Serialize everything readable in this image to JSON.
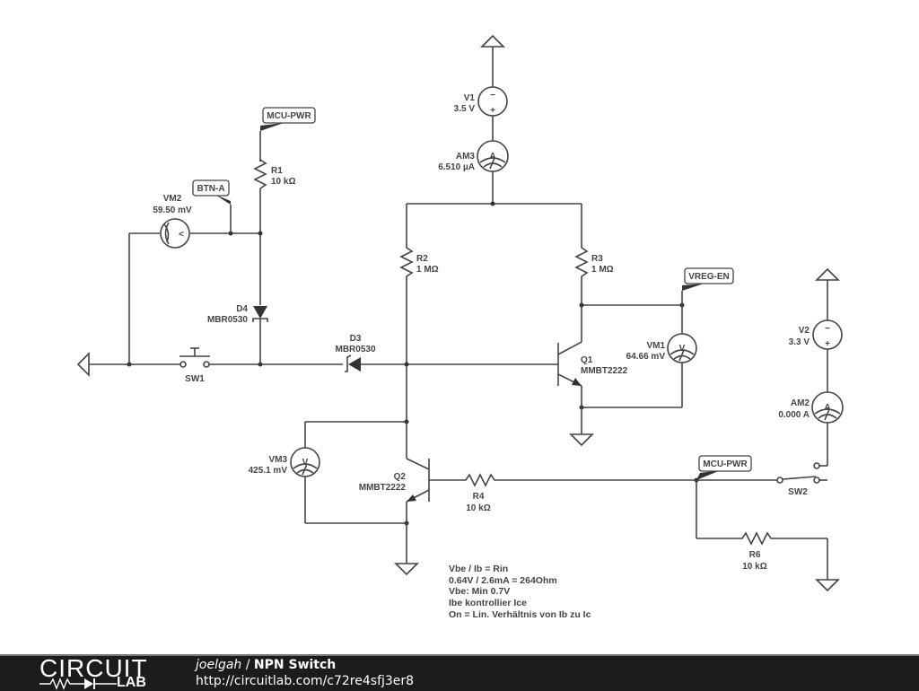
{
  "diagram": {
    "title": "NPN Switch",
    "components": {
      "V1": {
        "name": "V1",
        "value": "3.5 V"
      },
      "AM3": {
        "name": "AM3",
        "value": "6.510 µA"
      },
      "R1": {
        "name": "R1",
        "value": "10 kΩ"
      },
      "VM2": {
        "name": "VM2",
        "value": "59.50 mV"
      },
      "R2": {
        "name": "R2",
        "value": "1 MΩ"
      },
      "R3": {
        "name": "R3",
        "value": "1 MΩ"
      },
      "D4": {
        "name": "D4",
        "value": "MBR0530"
      },
      "D3": {
        "name": "D3",
        "value": "MBR0530"
      },
      "SW1": {
        "name": "SW1"
      },
      "Q1": {
        "name": "Q1",
        "value": "MMBT2222"
      },
      "VM1": {
        "name": "VM1",
        "value": "64.66 mV"
      },
      "Q2": {
        "name": "Q2",
        "value": "MMBT2222"
      },
      "VM3": {
        "name": "VM3",
        "value": "425.1 mV"
      },
      "R4": {
        "name": "R4",
        "value": "10 kΩ"
      },
      "V2": {
        "name": "V2",
        "value": "3.3 V"
      },
      "AM2": {
        "name": "AM2",
        "value": "0.000 A"
      },
      "SW2": {
        "name": "SW2"
      },
      "R6": {
        "name": "R6",
        "value": "10 kΩ"
      }
    },
    "net_labels": {
      "mcu_pwr_top": "MCU-PWR",
      "btn_a": "BTN-A",
      "vreg_en": "VREG-EN",
      "mcu_pwr_right": "MCU-PWR"
    },
    "meter_glyphs": {
      "voltmeter": "V",
      "ammeter": "A",
      "source_minus": "−",
      "source_plus": "+",
      "vm2": "<"
    },
    "notes": [
      "Vbe / Ib = Rin",
      "0.64V / 2.6mA = 264Ohm",
      "Vbe: Min 0.7V",
      "Ibe kontrollier Ice",
      "On = Lin. Verhältnis von Ib zu Ic"
    ]
  },
  "footer": {
    "logo_top": "CIRCUIT",
    "logo_bottom": "LAB",
    "user": "joelgah",
    "separator": " / ",
    "title": "NPN Switch",
    "url": "http://circuitlab.com/c72re4sfj3er8"
  }
}
